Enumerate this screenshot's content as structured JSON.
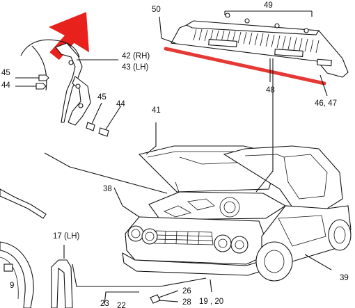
{
  "labels": {
    "p50": "50",
    "p49": "49",
    "p42": "42 (RH)",
    "p43": "43 (LH)",
    "p45a": "45",
    "p44a": "44",
    "p45b": "45",
    "p44b": "44",
    "p41": "41",
    "p48": "48",
    "p4647": "46, 47",
    "p38": "38",
    "p17": "17 (LH)",
    "p9": "9",
    "p39": "39",
    "p26": "26",
    "p28": "28",
    "p23": "23",
    "p22": "22",
    "p1920": "19 , 20"
  },
  "colors": {
    "highlight": "#e53935",
    "arrow": "#e8211c",
    "line": "#111111"
  }
}
